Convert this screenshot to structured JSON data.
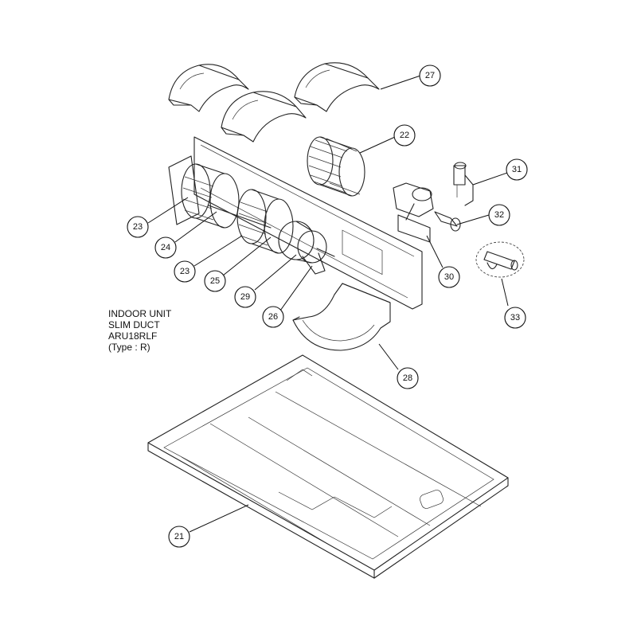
{
  "caption": {
    "lines": [
      "INDOOR UNIT",
      "SLIM DUCT",
      "ARU18RLF",
      "(Type : R)"
    ]
  },
  "callouts": [
    {
      "id": "27",
      "label": "27"
    },
    {
      "id": "22",
      "label": "22"
    },
    {
      "id": "31",
      "label": "31"
    },
    {
      "id": "32",
      "label": "32"
    },
    {
      "id": "30",
      "label": "30"
    },
    {
      "id": "33",
      "label": "33"
    },
    {
      "id": "23a",
      "label": "23"
    },
    {
      "id": "24",
      "label": "24"
    },
    {
      "id": "23b",
      "label": "23"
    },
    {
      "id": "25",
      "label": "25"
    },
    {
      "id": "29",
      "label": "29"
    },
    {
      "id": "26",
      "label": "26"
    },
    {
      "id": "28",
      "label": "28"
    },
    {
      "id": "21",
      "label": "21"
    }
  ]
}
